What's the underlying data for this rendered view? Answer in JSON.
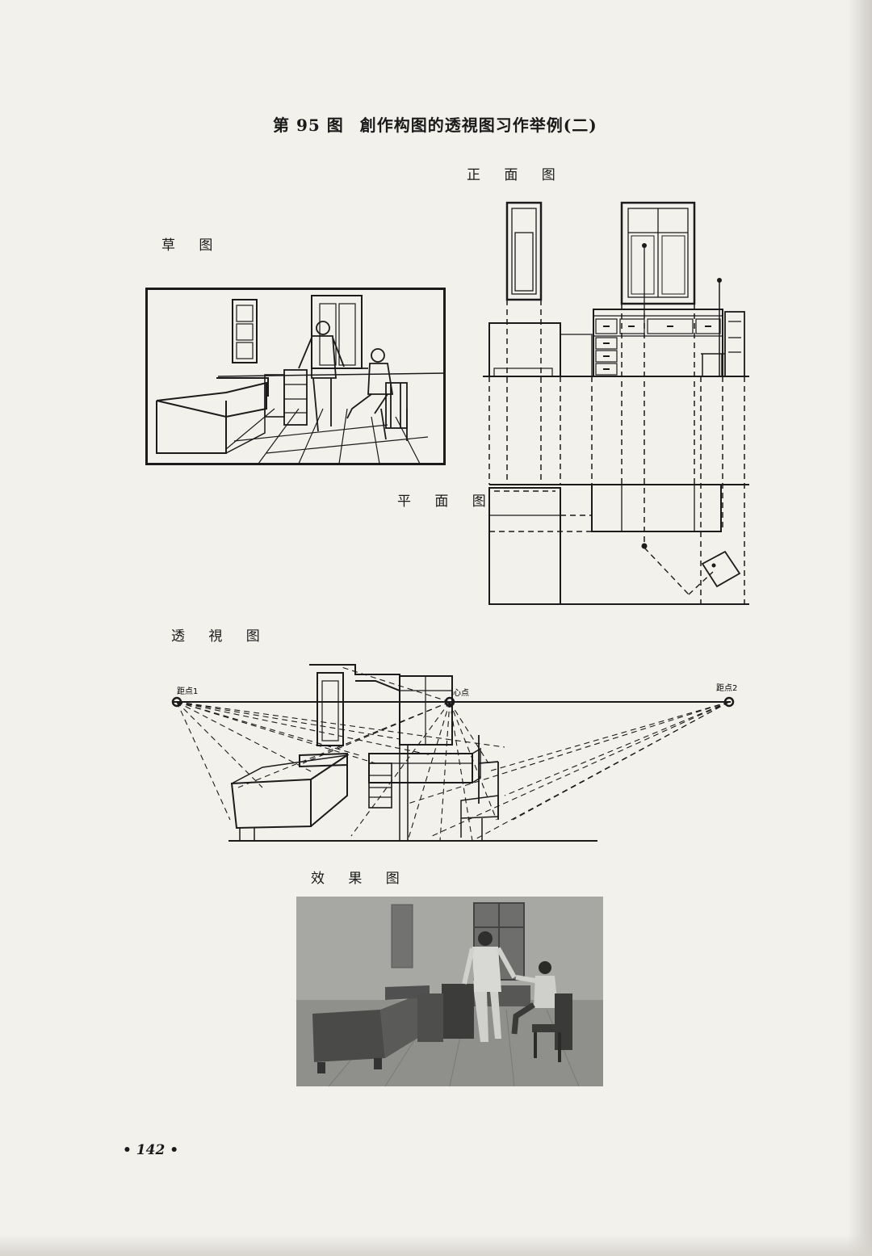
{
  "figure": {
    "number": "第 95 图",
    "title": "創作构图的透視图习作举例(二)"
  },
  "labels": {
    "front_view": "正 面 图",
    "sketch": "草 图",
    "plan_view": "平 面 图",
    "perspective": "透 視 图",
    "result": "效 果 图"
  },
  "perspective_points": {
    "distance_point_1": "距点1",
    "center_point": "心点",
    "distance_point_2": "距点2"
  },
  "page_number": "• 142 •"
}
